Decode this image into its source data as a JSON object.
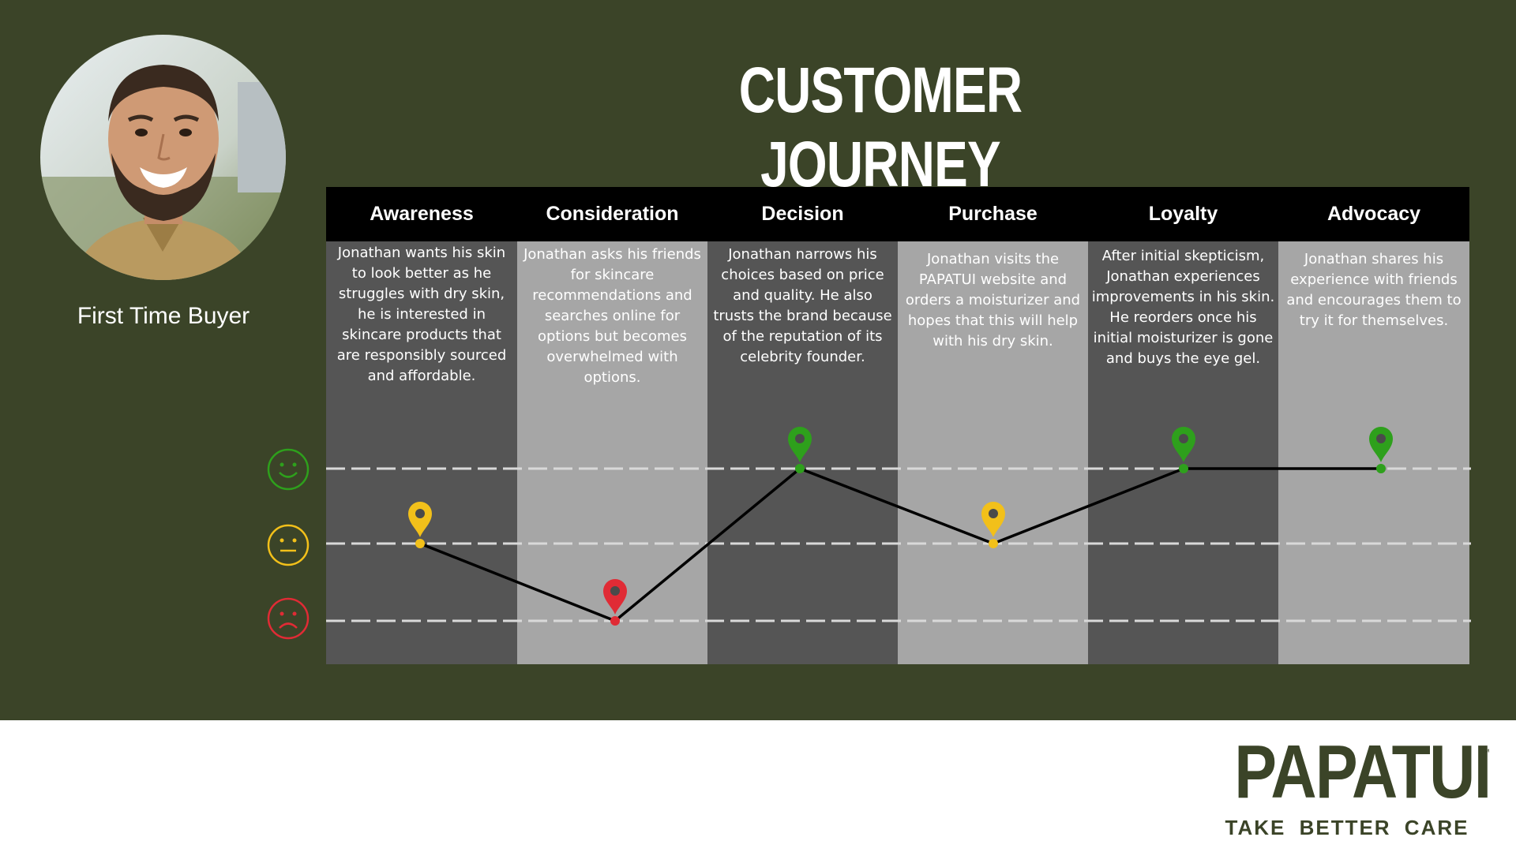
{
  "title": "CUSTOMER JOURNEY",
  "persona": {
    "label": "First Time Buyer",
    "photo_alt": "persona-photo"
  },
  "colors": {
    "background": "#3b4428",
    "happy": "#2ea01c",
    "neutral": "#f2c01a",
    "sad": "#e02b35",
    "dark_column": "#555555",
    "light_column": "#a6a6a6",
    "header": "#000000"
  },
  "emotion_levels": [
    "happy",
    "neutral",
    "sad"
  ],
  "stages": [
    {
      "name": "Awareness",
      "text": "Jonathan wants his skin to look better as he struggles with dry skin, he is interested in skincare products that are responsibly sourced and affordable.",
      "emotion": "neutral"
    },
    {
      "name": "Consideration",
      "text": "Jonathan asks his friends for skincare recommendations and searches online for options but becomes overwhelmed with options.",
      "emotion": "sad"
    },
    {
      "name": "Decision",
      "text": "Jonathan narrows his choices based on price and quality. He also trusts the brand because of the reputation of its celebrity founder.",
      "emotion": "happy"
    },
    {
      "name": "Purchase",
      "text": "Jonathan visits the PAPATUI website and orders a moisturizer and hopes that this will help with his dry skin.",
      "emotion": "neutral"
    },
    {
      "name": "Loyalty",
      "text": "After initial skepticism, Jonathan experiences improvements in his skin. He reorders once his initial moisturizer is gone and buys the eye gel.",
      "emotion": "happy"
    },
    {
      "name": "Advocacy",
      "text": "Jonathan shares his experience with friends and encourages them to try it for themselves.",
      "emotion": "happy"
    }
  ],
  "logo": {
    "wordmark": "PAPATUI",
    "tm": "™",
    "tagline": "TAKE BETTER CARE"
  }
}
